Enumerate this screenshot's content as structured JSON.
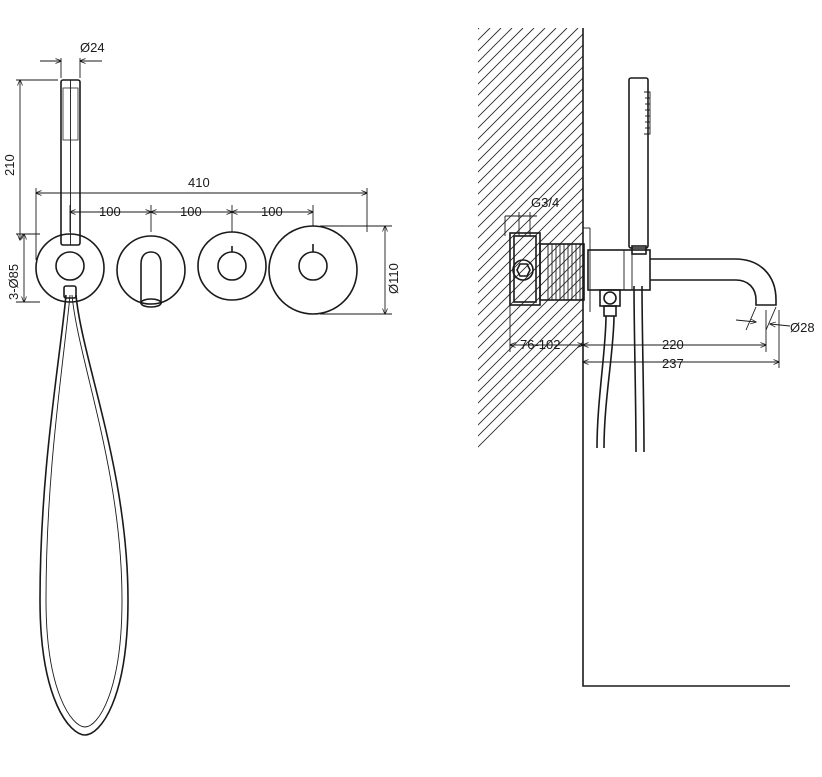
{
  "front_view": {
    "dimensions": {
      "handset_diameter": "Ø24",
      "handset_height": "210",
      "overall_width": "410",
      "spacing_1": "100",
      "spacing_2": "100",
      "spacing_3": "100",
      "small_plates": "3-Ø85",
      "large_plate": "Ø110"
    }
  },
  "side_view": {
    "dimensions": {
      "inlet_thread": "G3/4",
      "wall_depth": "76-102",
      "spout_reach": "220",
      "total_reach": "237",
      "outlet_diameter": "Ø28"
    }
  },
  "colors": {
    "line": "#1a1a1a",
    "background": "#ffffff"
  }
}
